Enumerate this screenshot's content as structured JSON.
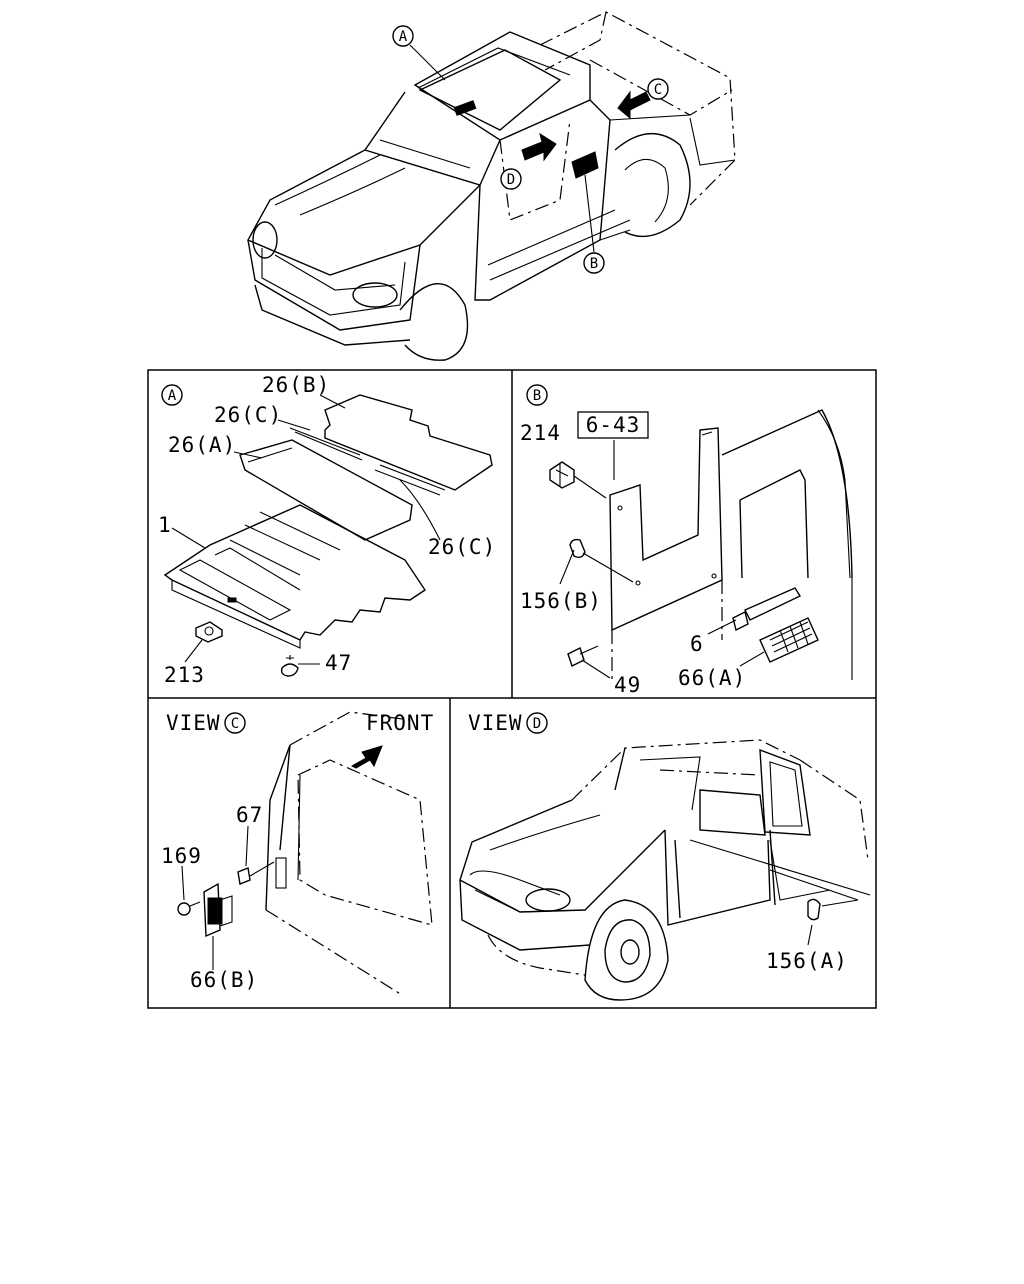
{
  "callouts": {
    "a": "A",
    "b": "B",
    "c": "C",
    "d": "D"
  },
  "panel_a": {
    "marker": "A",
    "parts": {
      "p26b": "26(B)",
      "p26c_top": "26(C)",
      "p26a": "26(A)",
      "p26c_right": "26(C)",
      "p1": "1",
      "p213": "213",
      "p47": "47"
    }
  },
  "panel_b": {
    "marker": "B",
    "ref_box": "6-43",
    "parts": {
      "p214": "214",
      "p156b": "156(B)",
      "p6": "6",
      "p49": "49",
      "p66a": "66(A)"
    }
  },
  "panel_c": {
    "view_label": "VIEW",
    "marker": "C",
    "front_label": "FRONT",
    "parts": {
      "p67": "67",
      "p169": "169",
      "p66b": "66(B)"
    }
  },
  "panel_d": {
    "view_label": "VIEW",
    "marker": "D",
    "parts": {
      "p156a": "156(A)"
    }
  }
}
